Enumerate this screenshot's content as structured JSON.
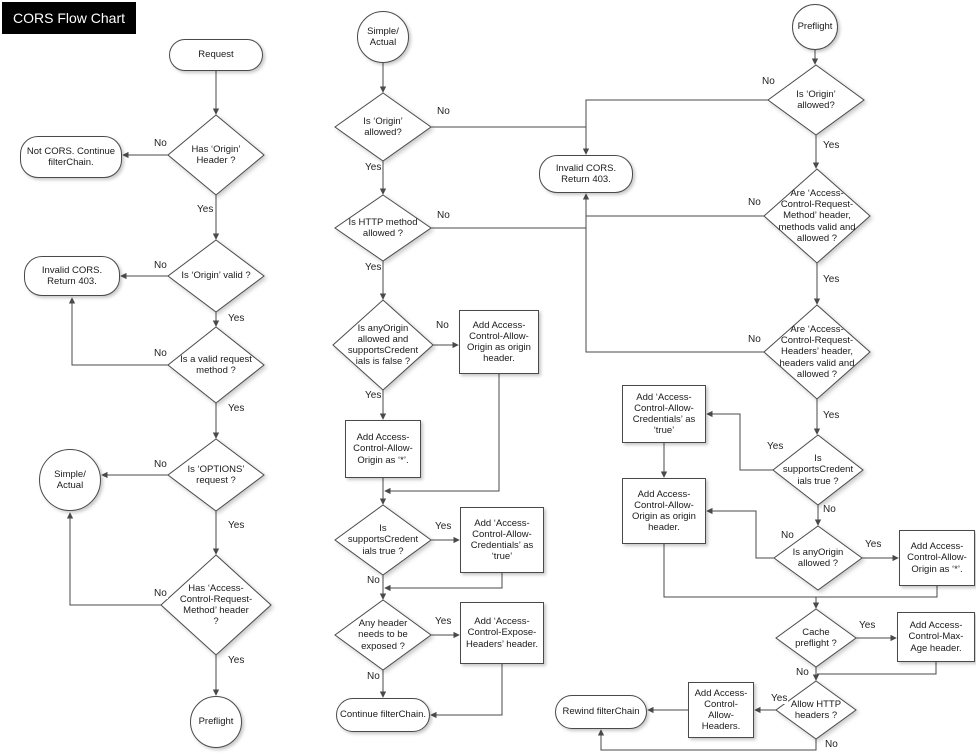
{
  "title": "CORS Flow Chart",
  "labels": {
    "yes": "Yes",
    "no": "No"
  },
  "request_flow": {
    "start": "Request",
    "has_origin_header": "Has ‘Origin’\nHeader ?",
    "not_cors": "Not CORS. Continue\nfilterChain.",
    "is_origin_valid": "Is ‘Origin’ valid ?",
    "invalid_cors": "Invalid CORS.\nReturn 403.",
    "is_valid_method": "Is a valid request\nmethod ?",
    "is_options_request": "Is ‘OPTIONS’\nrequest ?",
    "simple_actual": "Simple/\nActual",
    "has_acrm_header": "Has ‘Access-\nControl-Request-\nMethod’ header\n?",
    "preflight": "Preflight"
  },
  "simple_actual_flow": {
    "start": "Simple/\nActual",
    "is_origin_allowed": "Is ‘Origin’\nallowed?",
    "invalid_cors": "Invalid CORS.\nReturn 403.",
    "is_http_method_allowed": "Is HTTP method\nallowed ?",
    "anyorigin_supports_credentials": "Is anyOrigin\nallowed and\nsupportsCredent\nials is false ?",
    "add_origin_header": "Add Access-\nControl-Allow-\nOrigin as origin\nheader.",
    "add_star_header": "Add Access-\nControl-Allow-\nOrigin as ‘*’.",
    "is_supports_credentials": "Is\nsupportsCredent\nials true ?",
    "add_credentials_header": "Add ‘Access-\nControl-Allow-\nCredentials’ as\n‘true’",
    "any_header_exposed": "Any header\nneeds to be\nexposed ?",
    "add_expose_headers": "Add ‘Access-\nControl-Expose-\nHeaders’ header.",
    "continue_filterchain": "Continue filterChain."
  },
  "preflight_flow": {
    "start": "Preflight",
    "is_origin_allowed": "Is ‘Origin’\nallowed?",
    "acrm_valid": "Are ‘Access-\nControl-Request-\nMethod’ header,\nmethods valid and\nallowed ?",
    "acrh_valid": "Are ‘Access-\nControl-Request-\nHeaders’ header,\nheaders valid and\nallowed ?",
    "is_supports_credentials": "Is\nsupportsCredent\nials true ?",
    "add_credentials_header": "Add ‘Access-\nControl-Allow-\nCredentials’ as\n‘true’",
    "add_origin_header": "Add Access-\nControl-Allow-\nOrigin as origin\nheader.",
    "is_anyorigin_allowed": "Is anyOrigin\nallowed ?",
    "add_star_header": "Add Access-\nControl-Allow-\nOrigin as ‘*’.",
    "cache_preflight": "Cache\npreflight ?",
    "add_max_age": "Add Access-\nControl-Max-\nAge header.",
    "allow_http_headers": "Allow HTTP\nheaders ?",
    "add_allow_headers": "Add Access-\nControl-\nAllow-\nHeaders.",
    "rewind_filterchain": "Rewind filterChain"
  }
}
